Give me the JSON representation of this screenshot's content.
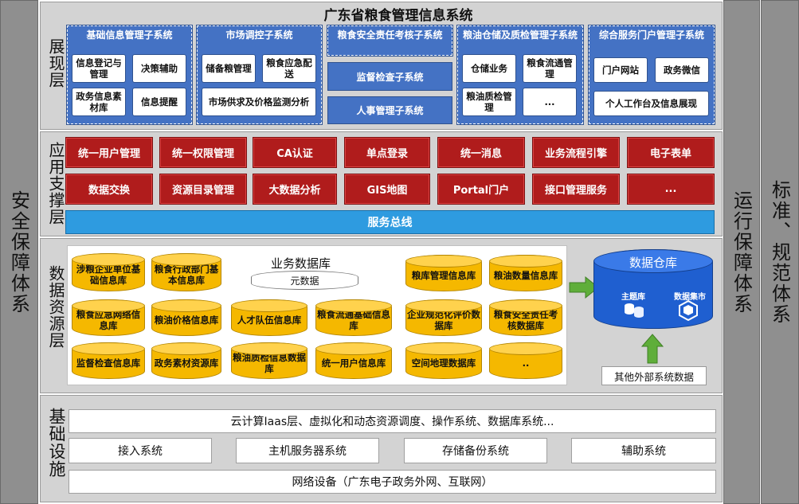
{
  "left_side": {
    "label": "安全保障体系"
  },
  "right_side_1": {
    "label": "运行保障体系"
  },
  "right_side_2": {
    "label": "标准、规范体系"
  },
  "title": "广东省粮食管理信息系统",
  "presentation": {
    "label": "展现层",
    "groups": [
      {
        "title": "基础信息管理子系统",
        "items": [
          "信息登记与管理",
          "决策辅助",
          "政务信息素材库",
          "信息提醒"
        ]
      },
      {
        "title": "市场调控子系统",
        "items": [
          "储备粮管理",
          "粮食应急配送",
          "市场供求及价格监测分析"
        ]
      },
      {
        "title": "粮食安全责任考核子系统",
        "items": [
          "监督检查子系统",
          "人事管理子系统"
        ]
      },
      {
        "title": "粮油仓储及质检管理子系统",
        "items": [
          "仓储业务",
          "粮食流通管理",
          "粮油质检管理",
          "..."
        ]
      },
      {
        "title": "综合服务门户管理子系统",
        "items": [
          "门户网站",
          "政务微信",
          "个人工作台及信息展现"
        ]
      }
    ]
  },
  "support": {
    "label": "应用支撑层",
    "row1": [
      "统一用户管理",
      "统一权限管理",
      "CA认证",
      "单点登录",
      "统一消息",
      "业务流程引擎",
      "电子表单"
    ],
    "row2": [
      "数据交换",
      "资源目录管理",
      "大数据分析",
      "GIS地图",
      "Portal门户",
      "接口管理服务",
      "..."
    ],
    "bus": "服务总线"
  },
  "data": {
    "label": "数据资源层",
    "business_db": "业务数据库",
    "meta": "元数据",
    "dbs": [
      "涉粮企业单位基础信息库",
      "粮食行政部门基本信息库",
      "粮库管理信息库",
      "粮油数量信息库",
      "粮食应急网络信息库",
      "粮油价格信息库",
      "人才队伍信息库",
      "粮食流通基础信息库",
      "企业规范化评价数据库",
      "粮食安全责任考核数据库",
      "监督检查信息库",
      "政务素材资源库",
      "粮油质检信息数据库",
      "统一用户信息库",
      "空间地理数据库",
      ".."
    ],
    "warehouse": "数据仓库",
    "topic": "主题库",
    "mart": "数据集市",
    "external": "其他外部系统数据"
  },
  "infra": {
    "label": "基础设施",
    "cloud": "云计算Iaas层、虚拟化和动态资源调度、操作系统、数据库系统...",
    "items": [
      "接入系统",
      "主机服务器系统",
      "存储备份系统",
      "辅助系统"
    ],
    "network": "网络设备（广东电子政务外网、互联网）"
  },
  "colors": {
    "blue": "#4472c4",
    "red": "#b01c1c",
    "gold": "#f5b800",
    "bus": "#2e9be0",
    "arrow": "#5fae3a"
  }
}
